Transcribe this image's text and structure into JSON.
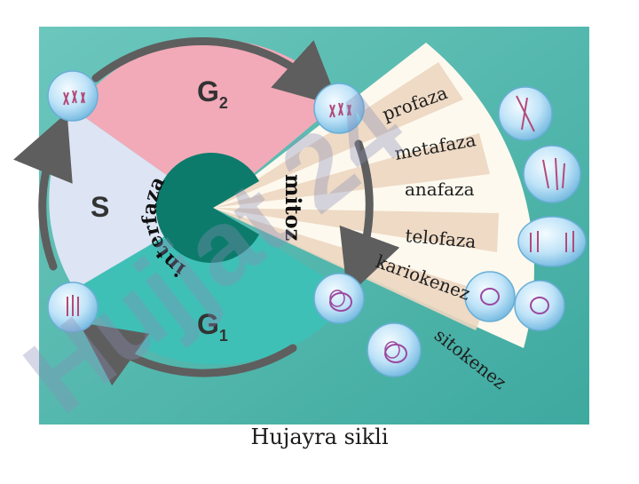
{
  "diagram": {
    "sectors": {
      "g2": {
        "label": "G",
        "sub": "2",
        "color": "#f2aab8"
      },
      "s": {
        "label": "S",
        "color": "#dde4f4"
      },
      "g1": {
        "label": "G",
        "sub": "1",
        "color": "#3fc0b6"
      }
    },
    "center": {
      "label": "interfaza",
      "color": "#0c7b6c"
    },
    "mitoz_label": "mitoz",
    "phases": [
      "profaza",
      "metafaza",
      "anafaza",
      "telofaza",
      "kariokenez",
      "sitokenez"
    ],
    "watermark": "Hujjat 24",
    "colors": {
      "background": "#4fb6ad",
      "fan_light": "#fdf9ee",
      "fan_band": "#ecd6c0",
      "arrow": "#5e5e5e",
      "cell": "#bfe3f8"
    }
  },
  "caption": "Hujayra sikli"
}
